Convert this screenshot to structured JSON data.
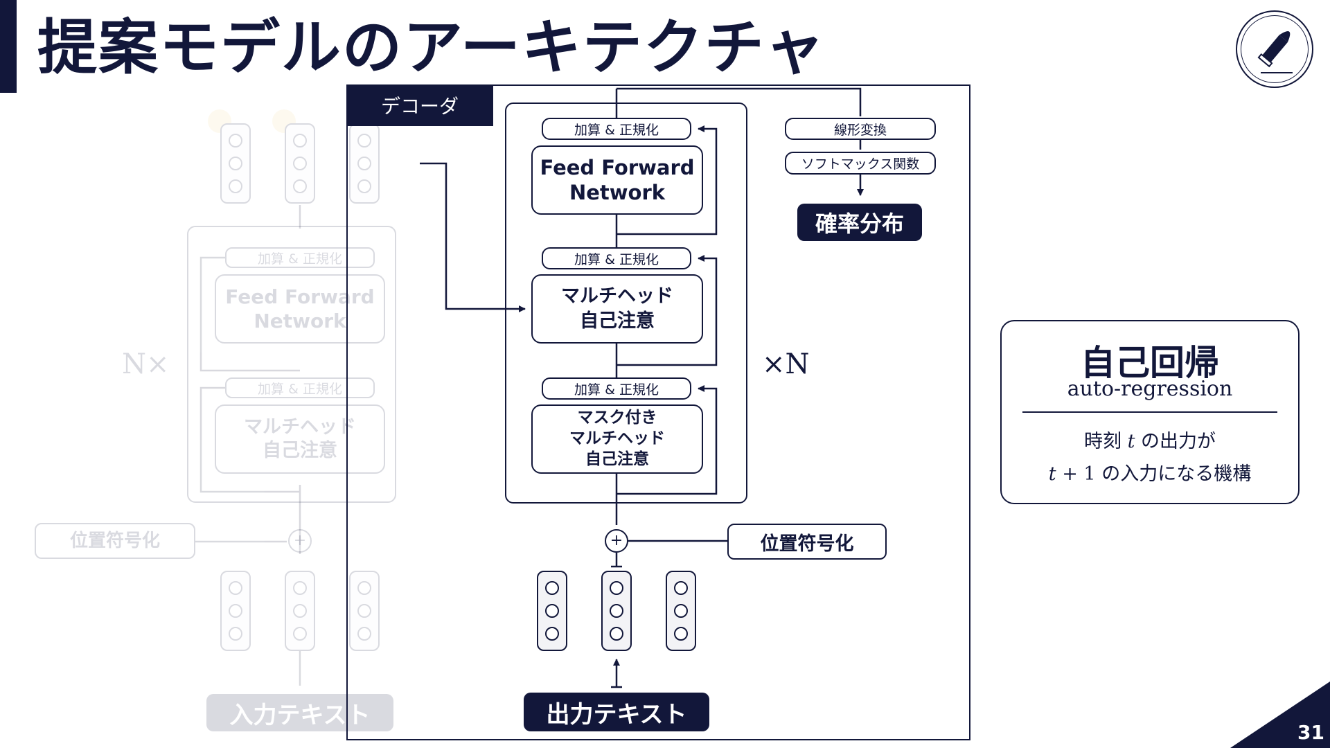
{
  "title": "提案モデルのアーキテクチャ",
  "page_number": "31",
  "logo": {
    "icon": "bullet-icon"
  },
  "encoder": {
    "n_label": "N×",
    "add_norm": "加算 & 正規化",
    "ffn": "Feed Forward\nNetwork",
    "attention": "マルチヘッド\n自己注意",
    "pos_enc": "位置符号化",
    "input": "入力テキスト"
  },
  "decoder": {
    "label": "デコーダ",
    "add_norm_1": "加算 & 正規化",
    "ffn": "Feed Forward\nNetwork",
    "add_norm_2": "加算 & 正規化",
    "cross_attention": "マルチヘッド\n自己注意",
    "add_norm_3": "加算 & 正規化",
    "masked_attention": "マスク付き\nマルチヘッド\n自己注意",
    "repeat": "×N",
    "linear": "線形変換",
    "softmax": "ソフトマックス関数",
    "probability": "確率分布",
    "pos_enc": "位置符号化",
    "output": "出力テキスト"
  },
  "side_card": {
    "title": "自己回帰",
    "subtitle": "auto-regression",
    "desc_1_pre": "時刻 ",
    "desc_1_var": "t",
    "desc_1_post": " の出力が",
    "desc_2_var": "t",
    "desc_2_mid": " + 1",
    "desc_2_post": " の入力になる機構"
  },
  "colors": {
    "navy": "#12173a",
    "white": "#ffffff",
    "vector_fill": "#f3f3f6"
  }
}
